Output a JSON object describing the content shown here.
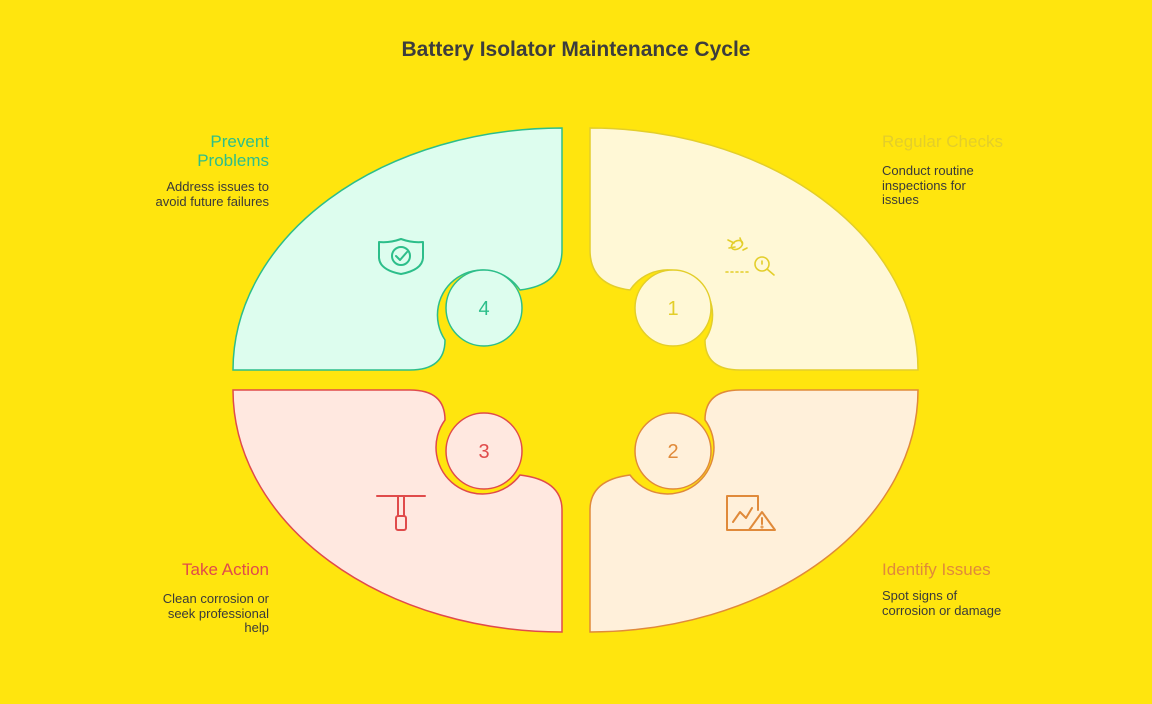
{
  "title": "Battery Isolator Maintenance Cycle",
  "colors": {
    "background": "#FFE50E",
    "step1": "#E3CE2A",
    "step2": "#E08A3A",
    "step3": "#E04B4B",
    "step4": "#2DBE8A"
  },
  "steps": [
    {
      "number": "1",
      "title": "Regular Checks",
      "description": [
        "Conduct routine",
        "inspections for",
        "issues"
      ],
      "icon": "bug-search-icon"
    },
    {
      "number": "2",
      "title": "Identify Issues",
      "description": [
        "Spot signs of",
        "corrosion or damage"
      ],
      "icon": "chart-warning-icon"
    },
    {
      "number": "3",
      "title": "Take Action",
      "description": [
        "Clean corrosion or",
        "seek professional",
        "help"
      ],
      "icon": "t-handle-tool-icon"
    },
    {
      "number": "4",
      "title": "Prevent Problems",
      "title_lines": [
        "Prevent",
        "Problems"
      ],
      "description": [
        "Address issues to",
        "avoid future failures"
      ],
      "icon": "shield-check-icon"
    }
  ]
}
